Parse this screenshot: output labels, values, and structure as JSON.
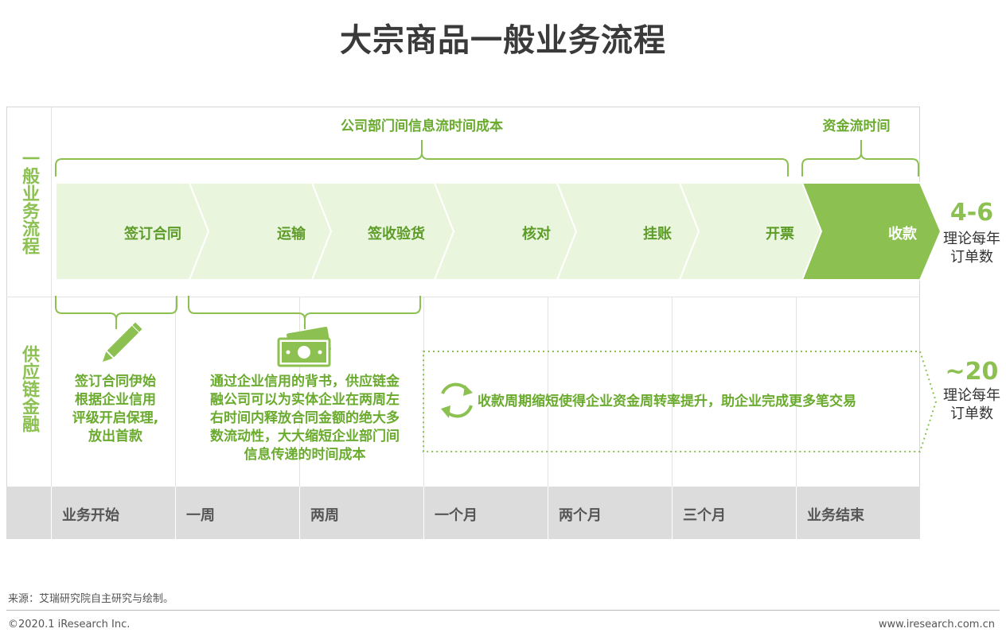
{
  "title": "大宗商品一般业务流程",
  "rows": {
    "general": "一般业务流程",
    "supply_chain": "供应链金融"
  },
  "brackets": {
    "info_cost": "公司部门间信息流时间成本",
    "capital_time": "资金流时间"
  },
  "stages": [
    {
      "label": "签订合同"
    },
    {
      "label": "运输"
    },
    {
      "label": "签收验货"
    },
    {
      "label": "核对"
    },
    {
      "label": "挂账"
    },
    {
      "label": "开票"
    },
    {
      "label": "收款"
    }
  ],
  "side": {
    "top": {
      "value": "4-6",
      "line1": "理论每年",
      "line2": "订单数"
    },
    "bottom": {
      "value": "~20",
      "line1": "理论每年",
      "line2": "订单数"
    }
  },
  "supply_chain": {
    "block1": [
      "签订合同伊始",
      "根据企业信用",
      "评级开启保理,",
      "放出首款"
    ],
    "block2": [
      "通过企业信用的背书，供应链金",
      "融公司可以为实体企业在两周左",
      "右时间内释放合同金额的绝大多",
      "数流动性，大大缩短企业部门间",
      "信息传递的时间成本"
    ],
    "block3": "收款周期缩短使得企业资金周转率提升，助企业完成更多笔交易"
  },
  "timeline": [
    "业务开始",
    "一周",
    "两周",
    "一个月",
    "两个月",
    "三个月",
    "业务结束"
  ],
  "footer": {
    "source": "来源：艾瑞研究院自主研究与绘制。",
    "copyright": "©2020.1 iResearch Inc.",
    "website": "www.iresearch.com.cn"
  },
  "colors": {
    "accent": "#8cc152",
    "accent_dark": "#6aab2e",
    "band_light": "#e9f5dd"
  },
  "icons": [
    "pencil-icon",
    "cash-icon",
    "refresh-cycle-icon"
  ]
}
